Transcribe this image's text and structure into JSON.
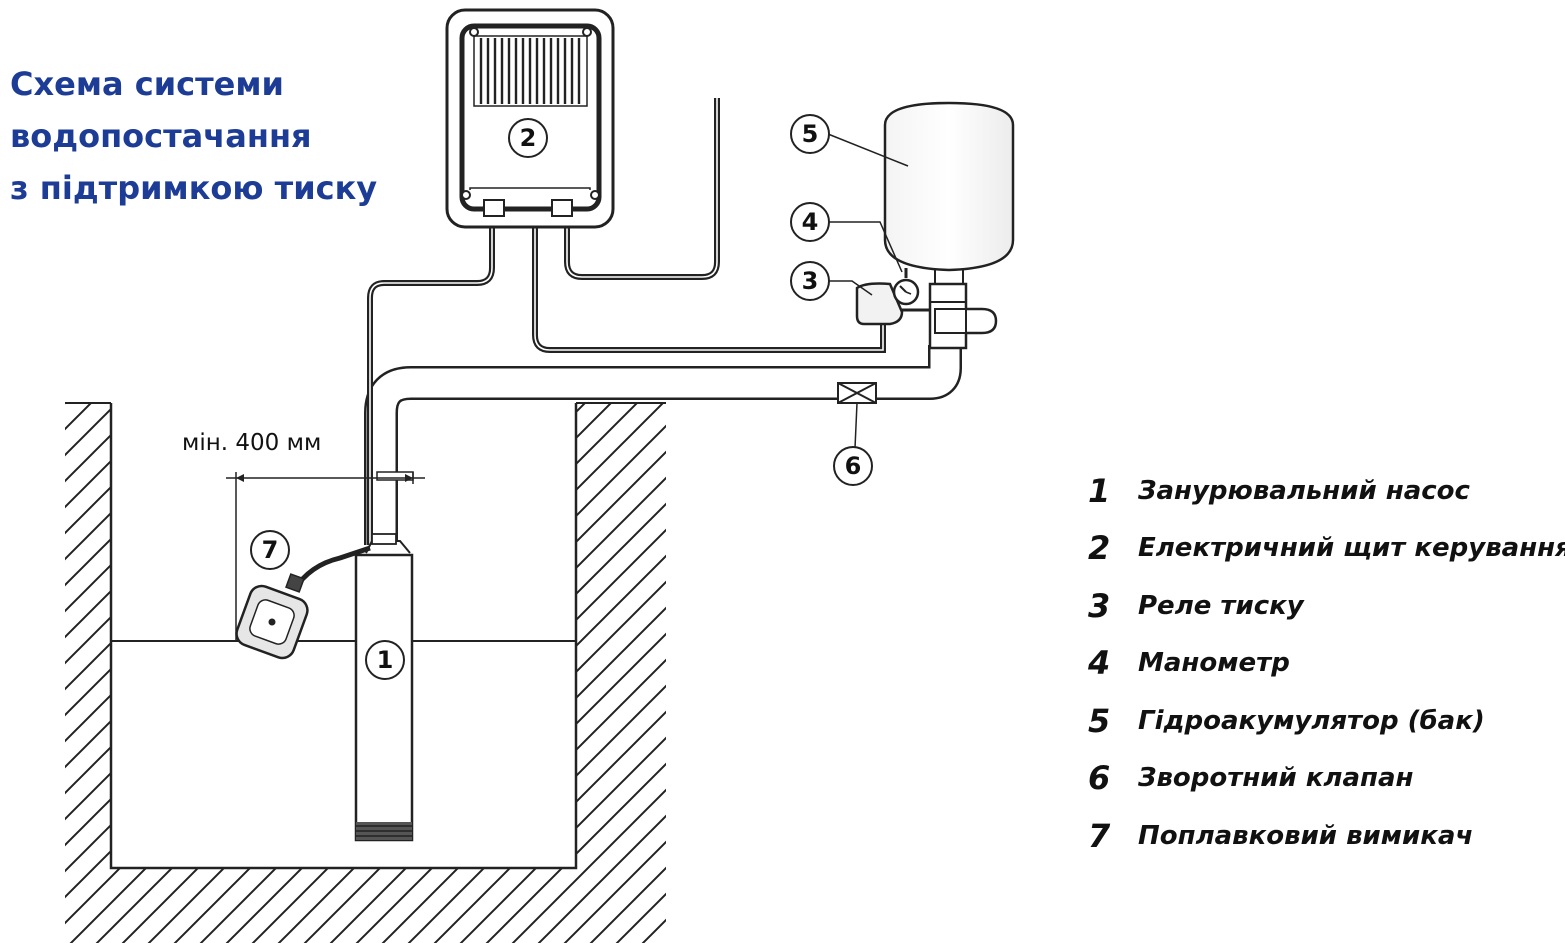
{
  "title": {
    "lines": [
      "Схема системи",
      "водопостачання",
      "з підтримкою тиску"
    ],
    "color": "#1c3c96"
  },
  "diagram": {
    "markers": {
      "m1": "1",
      "m2": "2",
      "m3": "3",
      "m4": "4",
      "m5": "5",
      "m6": "6",
      "m7": "7"
    },
    "dimension_label": "мін. 400 мм"
  },
  "legend": [
    {
      "number": "1",
      "label": "Занурювальний насос"
    },
    {
      "number": "2",
      "label": "Електричний щит керування"
    },
    {
      "number": "3",
      "label": "Реле тиску"
    },
    {
      "number": "4",
      "label": "Манометр"
    },
    {
      "number": "5",
      "label": "Гідроакумулятор (бак)"
    },
    {
      "number": "6",
      "label": "Зворотний клапан"
    },
    {
      "number": "7",
      "label": "Поплавковий вимикач"
    }
  ]
}
